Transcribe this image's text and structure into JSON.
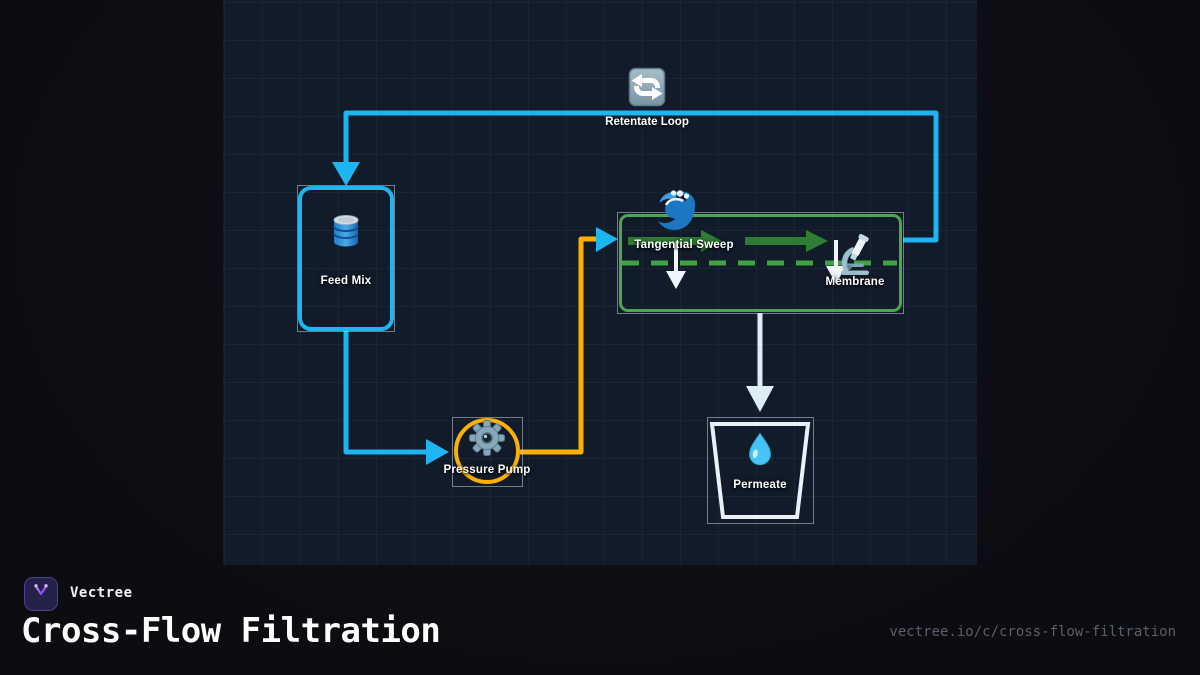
{
  "brand": {
    "name": "Vectree",
    "logo_icon": "vectree-logo-icon",
    "accent_purple": "#8b5cf6"
  },
  "footer": {
    "title": "Cross-Flow Filtration",
    "url": "vectree.io/c/cross-flow-filtration"
  },
  "diagram": {
    "nodes": {
      "feed_mix": {
        "label": "Feed Mix",
        "icon": "barrel-icon",
        "accent": "#1fb4f2"
      },
      "pressure_pump": {
        "label": "Pressure Pump",
        "icon": "gear-icon",
        "accent": "#fdb001"
      },
      "flow_channel": {
        "label": "Tangential Sweep",
        "icon": "wave-icon",
        "accent": "#4aa84f"
      },
      "membrane": {
        "label": "Membrane",
        "icon": "microscope-icon",
        "accent": "#4aa84f"
      },
      "permeate": {
        "label": "Permeate",
        "icon": "droplet-icon",
        "accent": "#e9f1f7"
      },
      "retentate_loop": {
        "label": "Retentate Loop",
        "icon": "recycle-icon",
        "accent": "#1fb4f2"
      }
    },
    "edges": [
      {
        "from": "Membrane",
        "to": "Retentate Loop",
        "color": "#1fb4f2",
        "style": "solid"
      },
      {
        "from": "Retentate Loop",
        "to": "Feed Mix",
        "color": "#1fb4f2",
        "style": "solid-arrow"
      },
      {
        "from": "Feed Mix",
        "to": "Pressure Pump",
        "color": "#1fb4f2",
        "style": "solid-arrow"
      },
      {
        "from": "Pressure Pump",
        "to": "Flow Channel",
        "color": "#fdb001",
        "style": "solid-arrow"
      },
      {
        "from": "Tangential Sweep",
        "to": "Membrane",
        "color": "#2e7d32",
        "style": "thick-arrows"
      },
      {
        "from": "Flow Channel",
        "to": "Permeate",
        "color": "#dcedf6",
        "style": "solid-arrow"
      }
    ],
    "colors": {
      "canvas_bg": "#111b29",
      "grid_line": "#1d2a3d",
      "page_bg": "#0c0c11",
      "cyan": "#1fb4f2",
      "amber": "#fdb001",
      "green_border": "#4aa84f",
      "green_arrow": "#2e7d32",
      "green_dashed": "#3fa344",
      "pale_line": "#dcedf6"
    }
  }
}
